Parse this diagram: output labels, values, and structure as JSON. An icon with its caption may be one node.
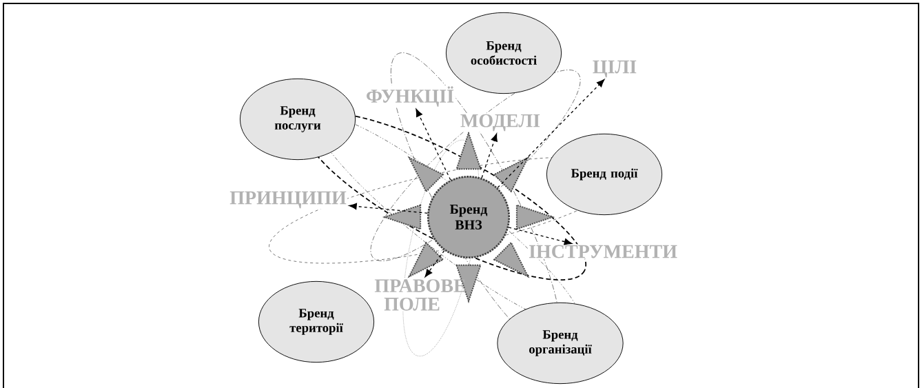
{
  "diagram": {
    "nodes": [
      {
        "text": [
          "Бренд ВНЗ"
        ]
      },
      {
        "text": [
          "Бренд особистості"
        ]
      },
      {
        "text": [
          "Бренд послуги"
        ]
      },
      {
        "text": [
          "Бренд події"
        ]
      },
      {
        "text": [
          "Бренд території"
        ]
      },
      {
        "text": [
          "Бренд організації"
        ]
      },
      {
        "text": [
          "ЦІЛІ"
        ]
      },
      {
        "text": [
          "ФУНКЦІЇ"
        ]
      },
      {
        "text": [
          "МОДЕЛІ"
        ]
      },
      {
        "text": [
          "ПРИНЦИПИ"
        ]
      },
      {
        "text": [
          "ІНСТРУМЕНТИ"
        ]
      },
      {
        "text": [
          "ПРАВОВЕ ПОЛЕ"
        ]
      }
    ],
    "edges": [
      {
        "from": 0,
        "to": 6,
        "arrow": "to",
        "style": "dashed"
      },
      {
        "from": 0,
        "to": 7,
        "arrow": "to",
        "style": "dashed"
      },
      {
        "from": 0,
        "to": 8,
        "arrow": "to",
        "style": "dashed"
      },
      {
        "from": 0,
        "to": 9,
        "arrow": "to",
        "style": "dashed"
      },
      {
        "from": 0,
        "to": 10,
        "arrow": "to",
        "style": "dashed"
      },
      {
        "from": 0,
        "to": 11,
        "arrow": "to",
        "style": "dashed"
      }
    ]
  }
}
